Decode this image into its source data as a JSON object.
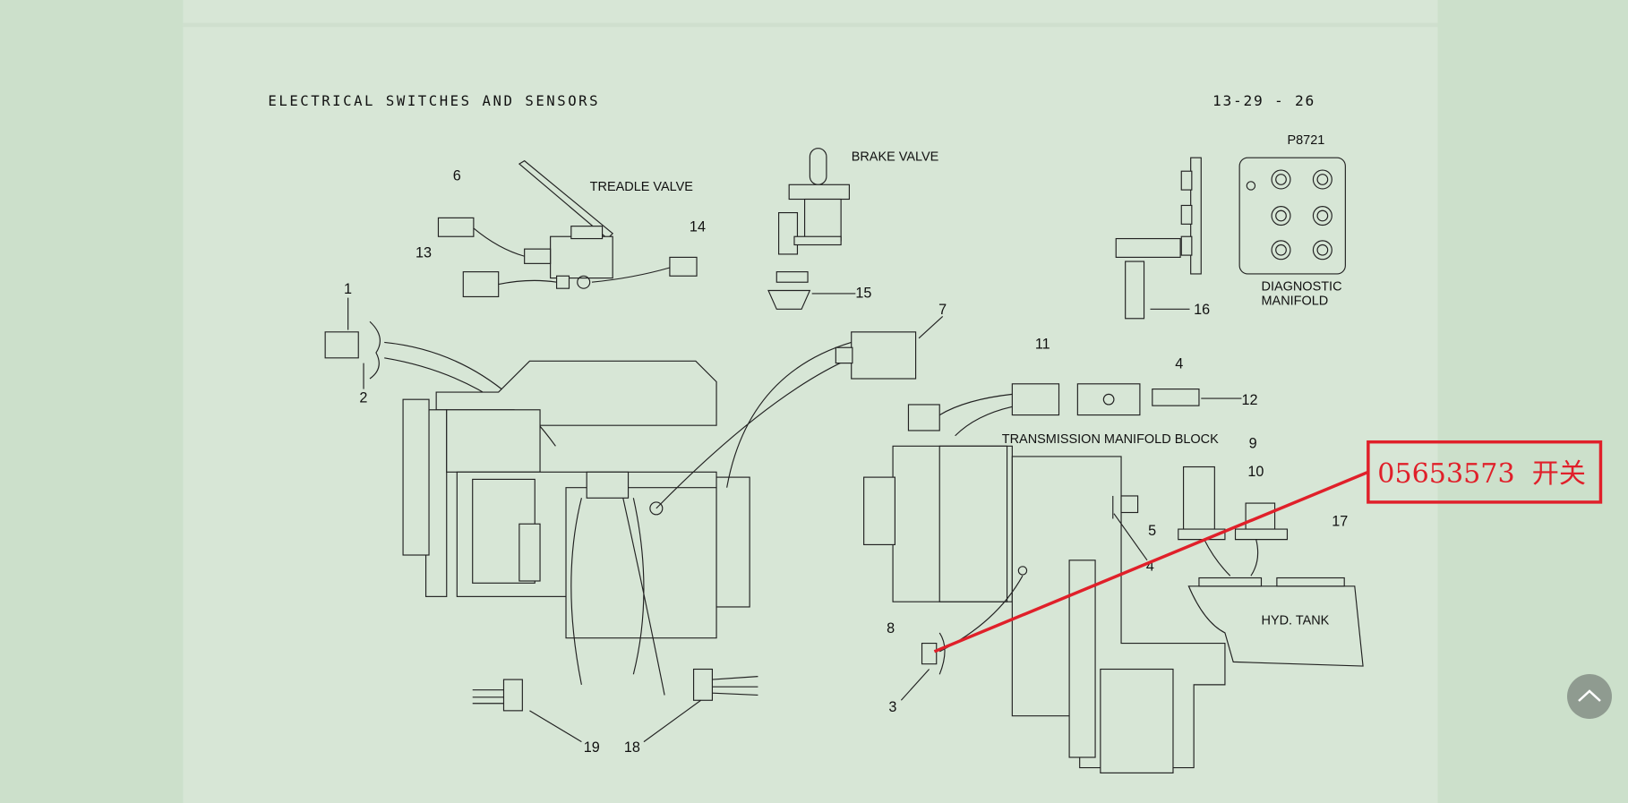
{
  "page": {
    "header_title": "ELECTRICAL SWITCHES AND SENSORS",
    "page_number": "13-29 - 26"
  },
  "diagram": {
    "figure_code": "P8721",
    "labels": {
      "treadle_valve": "TREADLE VALVE",
      "brake_valve": "BRAKE VALVE",
      "diagnostic_manifold_1": "DIAGNOSTIC",
      "diagnostic_manifold_2": "MANIFOLD",
      "transmission_manifold_block": "TRANSMISSION MANIFOLD BLOCK",
      "hyd_tank": "HYD. TANK"
    },
    "callouts": [
      "1",
      "2",
      "6",
      "13",
      "14",
      "15",
      "7",
      "11",
      "4",
      "12",
      "16",
      "9",
      "10",
      "17",
      "5",
      "4",
      "8",
      "3",
      "19",
      "18"
    ]
  },
  "annotation": {
    "text": "05653573  开关",
    "color": "#e0202a"
  },
  "controls": {
    "scroll_top_icon": "chevron-up-icon"
  }
}
